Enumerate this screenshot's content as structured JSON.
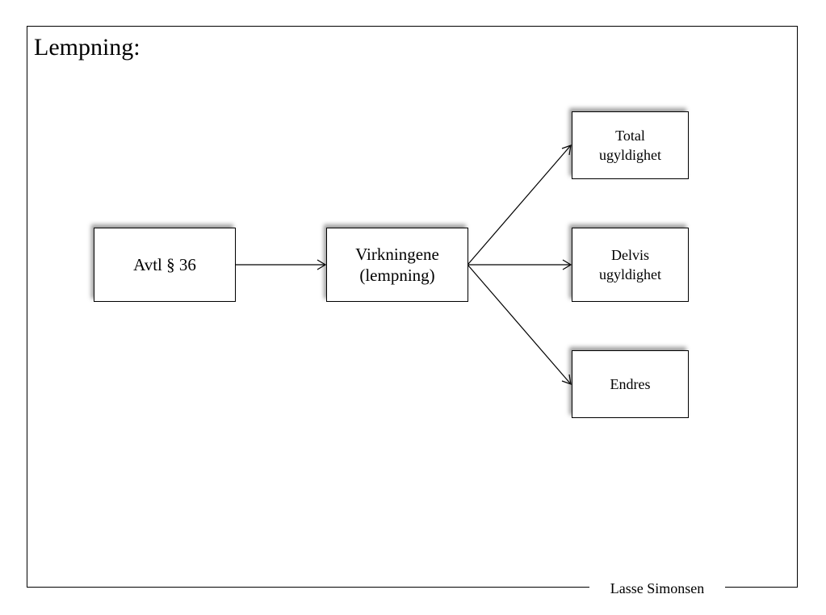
{
  "slide": {
    "title": "Lempning:",
    "footer": "Lasse Simonsen"
  },
  "diagram": {
    "nodes": {
      "avtl": "Avtl § 36",
      "virkningene": "Virkningene\n(lempning)",
      "total": "Total\nugyldighet",
      "delvis": "Delvis\nugyldighet",
      "endres": "Endres"
    },
    "edges": [
      {
        "from": "avtl",
        "to": "virkningene"
      },
      {
        "from": "virkningene",
        "to": "total"
      },
      {
        "from": "virkningene",
        "to": "delvis"
      },
      {
        "from": "virkningene",
        "to": "endres"
      }
    ]
  }
}
